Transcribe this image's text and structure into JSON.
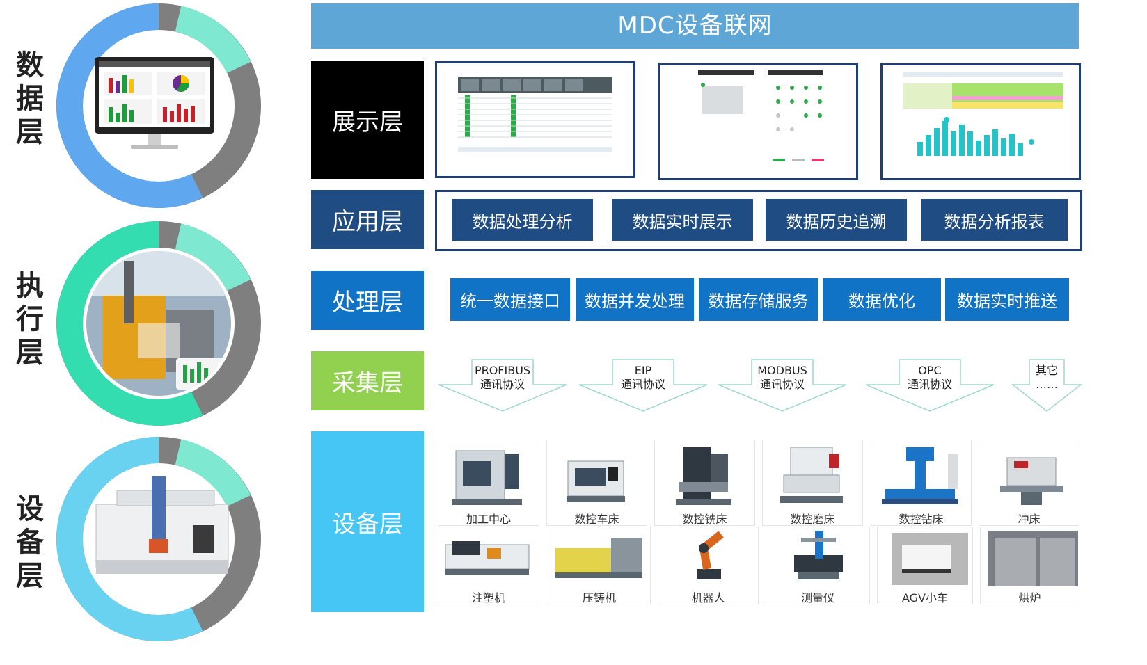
{
  "title": "MDC设备联网",
  "side_labels": {
    "data": "数据层",
    "exec": "执行层",
    "device": "设备层"
  },
  "layers": {
    "display": "展示层",
    "application": "应用层",
    "processing": "处理层",
    "collection": "采集层",
    "device": "设备层"
  },
  "application_items": [
    "数据处理分析",
    "数据实时展示",
    "数据历史追溯",
    "数据分析报表"
  ],
  "processing_items": [
    "统一数据接口",
    "数据并发处理",
    "数据存储服务",
    "数据优化",
    "数据实时推送"
  ],
  "protocols": [
    {
      "line1": "PROFIBUS",
      "line2": "通讯协议"
    },
    {
      "line1": "EIP",
      "line2": "通讯协议"
    },
    {
      "line1": "MODBUS",
      "line2": "通讯协议"
    },
    {
      "line1": "OPC",
      "line2": "通讯协议"
    },
    {
      "line1": "其它",
      "line2": "……"
    }
  ],
  "equipment_row1": [
    "加工中心",
    "数控车床",
    "数控铣床",
    "数控磨床",
    "数控钻床",
    "冲床"
  ],
  "equipment_row2": [
    "注塑机",
    "压铸机",
    "机器人",
    "测量仪",
    "AGV小车",
    "烘炉"
  ],
  "colors": {
    "header": "#5ea6d6",
    "display_layer": "#000000",
    "application_layer": "#1f4c83",
    "processing_layer": "#1173c6",
    "collection_layer": "#92d050",
    "device_layer": "#45c6f5",
    "ring_gray": "#7f7f7f",
    "ring_blue": "#5fa8f0",
    "ring_teal": "#33ddb0",
    "ring_light": "#7ee8d0"
  }
}
